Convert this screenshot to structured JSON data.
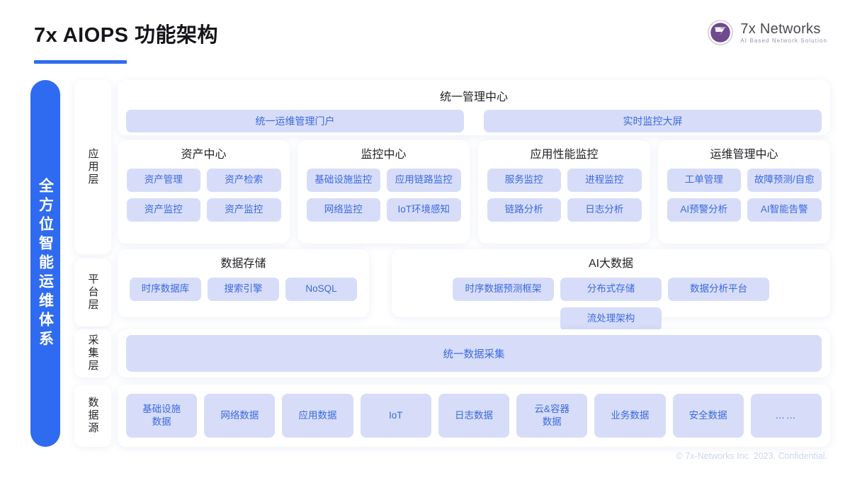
{
  "header": {
    "title": "7x AIOPS 功能架构",
    "logo": {
      "name": "7x Networks",
      "tagline": "AI Based Network Solution",
      "icon": "7x-logo-mark"
    }
  },
  "colors": {
    "accent_blue": "#2f6bf0",
    "chip_bg": "#d7ddf8",
    "chip_text": "#3b6ae0",
    "logo_purple": "#6f4a8e",
    "footer_text": "#ccd6ee"
  },
  "sidebar": {
    "vertical_label": "全方位智能运维体系"
  },
  "layers": [
    {
      "label": "应用层"
    },
    {
      "label": "平台层"
    },
    {
      "label": "采集层"
    },
    {
      "label": "数据源"
    }
  ],
  "management_center": {
    "title": "统一管理中心",
    "bars": [
      "统一运维管理门户",
      "实时监控大屏"
    ]
  },
  "application_layer": {
    "groups": [
      {
        "title": "资产中心",
        "chips": [
          "资产管理",
          "资产检索",
          "资产监控",
          "资产监控"
        ]
      },
      {
        "title": "监控中心",
        "chips": [
          "基础设施监控",
          "应用链路监控",
          "网络监控",
          "IoT环境感知"
        ]
      },
      {
        "title": "应用性能监控",
        "chips": [
          "服务监控",
          "进程监控",
          "链路分析",
          "日志分析"
        ]
      },
      {
        "title": "运维管理中心",
        "chips": [
          "工单管理",
          "故障预测/自愈",
          "AI预警分析",
          "AI智能告警"
        ]
      }
    ]
  },
  "platform_layer": {
    "groups": [
      {
        "title": "数据存储",
        "chips": [
          "时序数据库",
          "搜索引擎",
          "NoSQL"
        ]
      },
      {
        "title": "AI大数据",
        "chips": [
          "时序数据预测框架",
          "分布式存储",
          "数据分析平台",
          "流处理架构"
        ]
      }
    ]
  },
  "collection_layer": {
    "bar": "统一数据采集"
  },
  "data_source_layer": {
    "chips": [
      "基础设施\n数据",
      "网络数据",
      "应用数据",
      "IoT",
      "日志数据",
      "云&容器\n数据",
      "业务数据",
      "安全数据",
      "……"
    ]
  },
  "footer": {
    "copyright": "© 7x-Networks Inc. 2023, Confidential."
  }
}
